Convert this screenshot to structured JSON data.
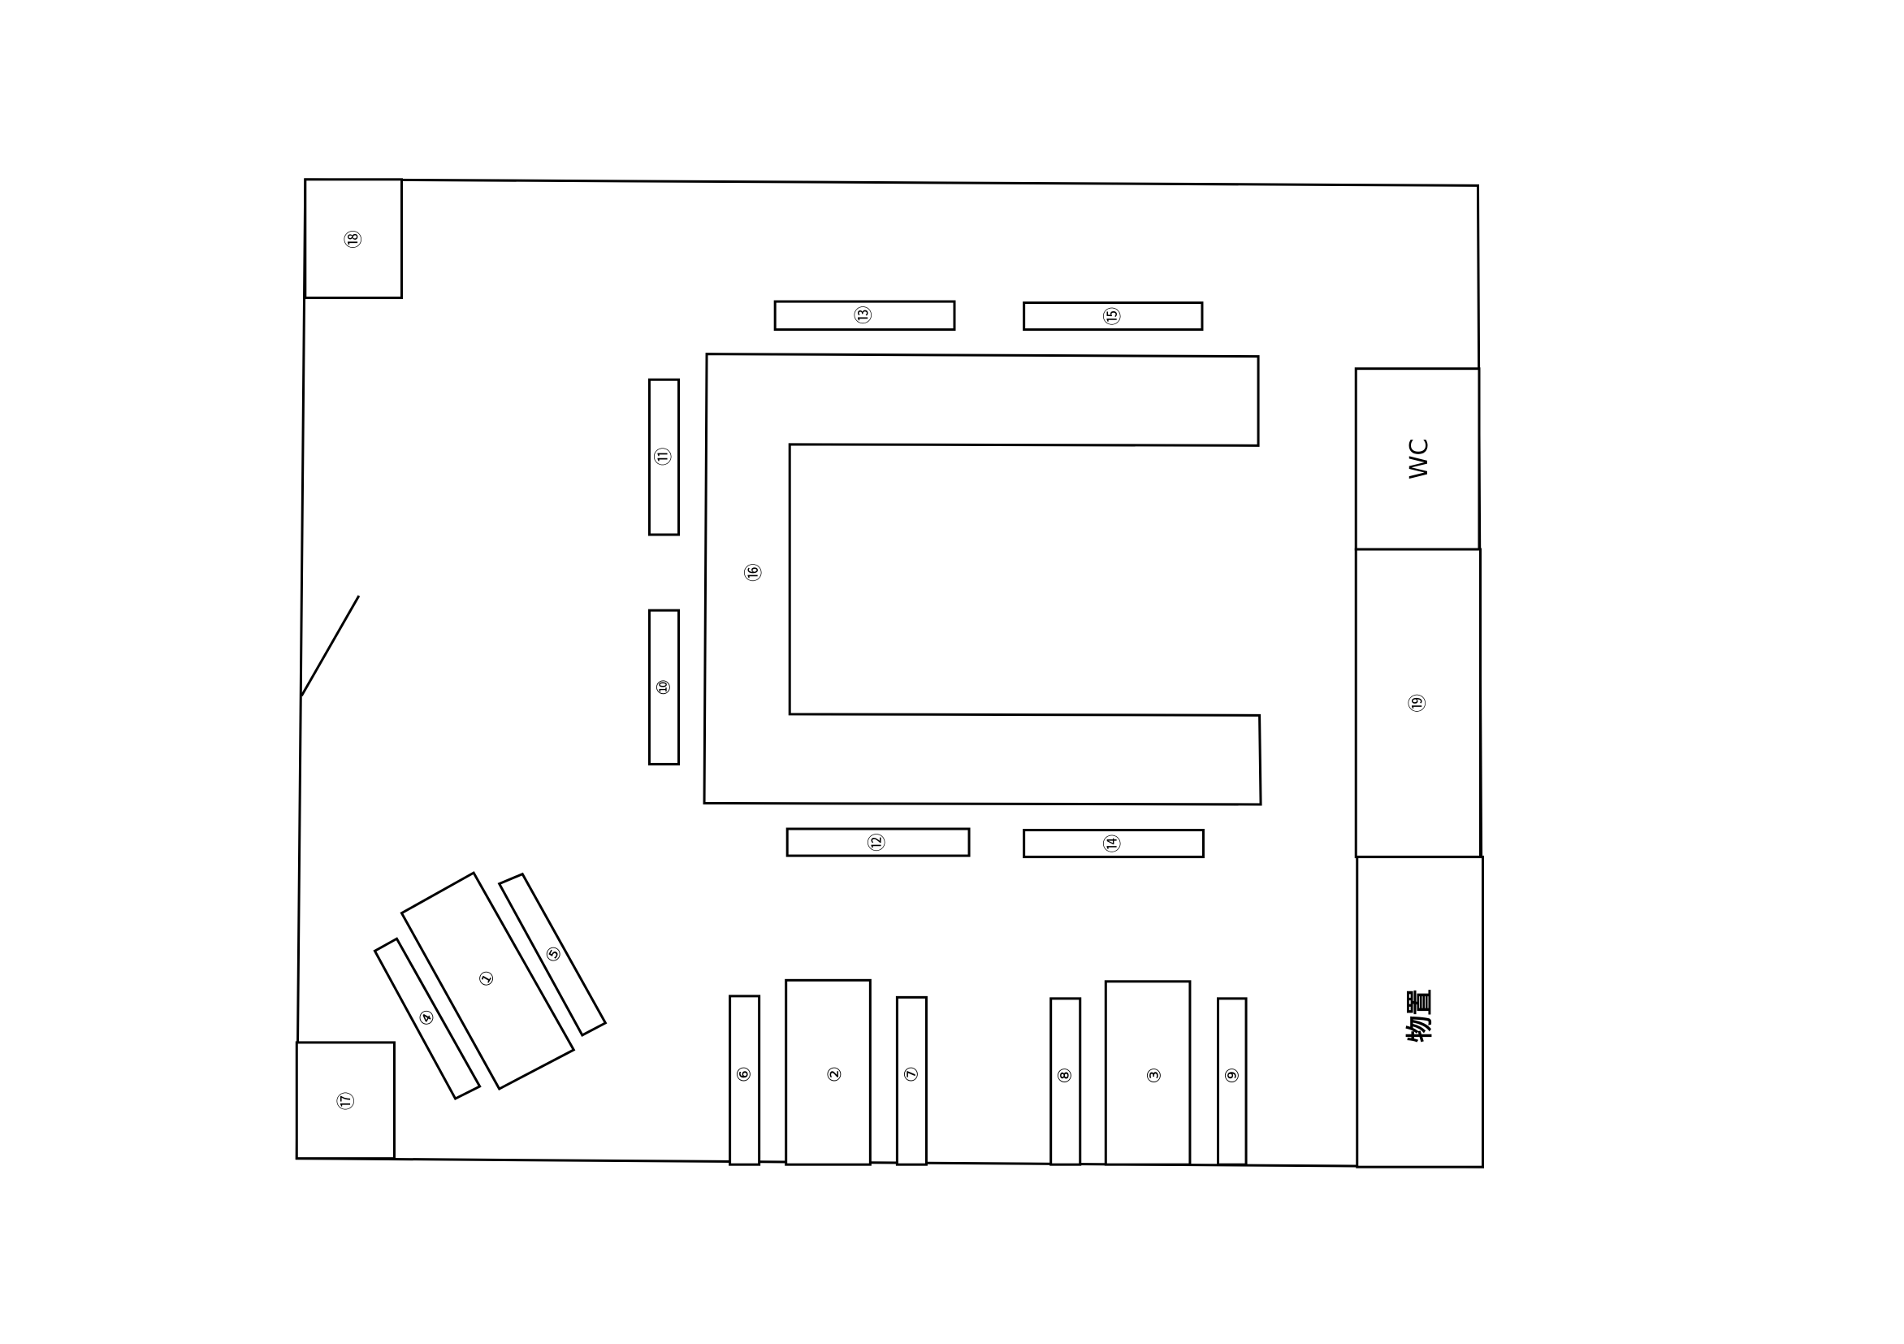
{
  "floor_plan": {
    "labels": {
      "n1": "①",
      "n2": "②",
      "n3": "③",
      "n4": "④",
      "n5": "⑤",
      "n6": "⑥",
      "n7": "⑦",
      "n8": "⑧",
      "n9": "⑨",
      "n10": "⑩",
      "n11": "⑪",
      "n12": "⑫",
      "n13": "⑬",
      "n14": "⑭",
      "n15": "⑮",
      "n16": "⑯",
      "n17": "⑰",
      "n18": "⑱",
      "n19": "⑲",
      "wc": "WC",
      "storage": "物置"
    }
  }
}
